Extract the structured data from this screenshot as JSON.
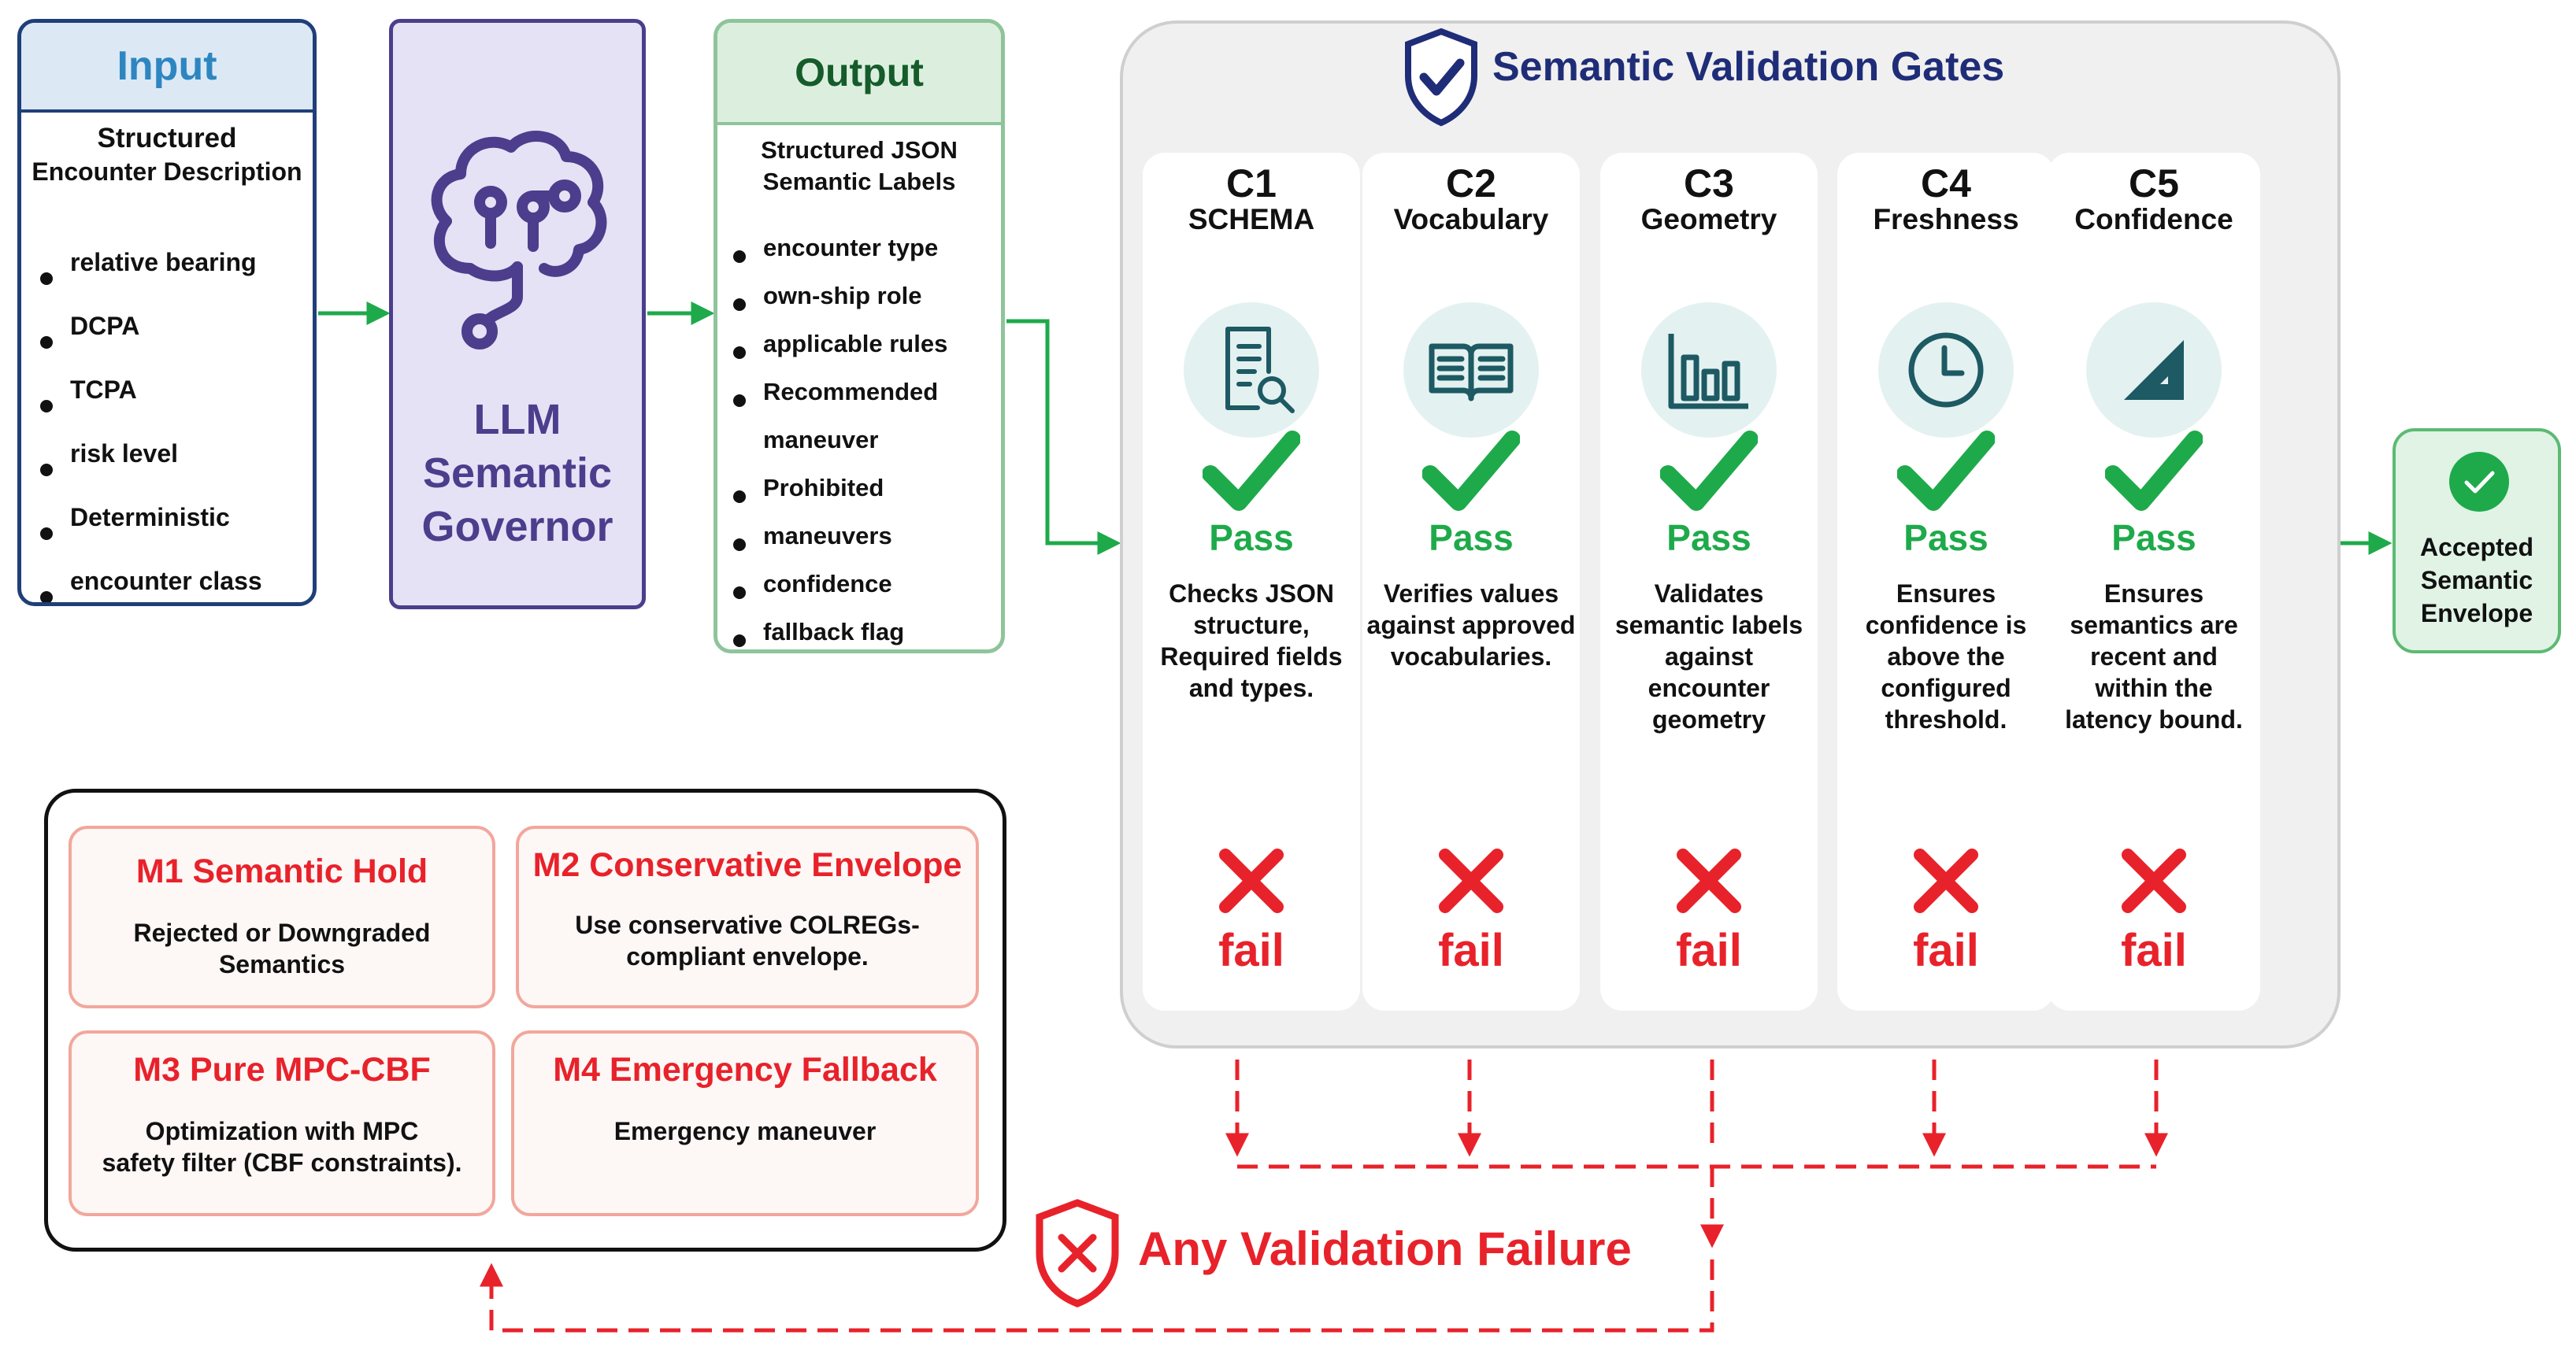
{
  "input": {
    "title": "Input",
    "subtitle_line1": "Structured",
    "subtitle_line2": "Encounter Description",
    "items": [
      "relative bearing",
      "DCPA",
      "TCPA",
      "risk level",
      "Deterministic",
      "encounter class"
    ]
  },
  "governor": {
    "line1": "LLM",
    "line2": "Semantic",
    "line3": "Governor",
    "icon": "brain-circuit-icon"
  },
  "output": {
    "title": "Output",
    "subtitle_line1": "Structured JSON",
    "subtitle_line2": "Semantic Labels",
    "items": [
      {
        "text": "encounter type",
        "bullet": true
      },
      {
        "text": "own-ship role",
        "bullet": true
      },
      {
        "text": "applicable rules",
        "bullet": true
      },
      {
        "text": "Recommended",
        "bullet": true
      },
      {
        "text": "maneuver",
        "bullet": false
      },
      {
        "text": "Prohibited",
        "bullet": true
      },
      {
        "text": "maneuvers",
        "bullet": true
      },
      {
        "text": "confidence",
        "bullet": true
      },
      {
        "text": "fallback flag",
        "bullet": true
      }
    ]
  },
  "gates": {
    "title": "Semantic Validation Gates",
    "pass_label": "Pass",
    "fail_label": "fail",
    "items": [
      {
        "id": "C1",
        "name": "SCHEMA",
        "icon": "document-search-icon",
        "desc": [
          "Checks JSON",
          "structure,",
          "Required fields",
          "and types."
        ]
      },
      {
        "id": "C2",
        "name": "Vocabulary",
        "icon": "open-book-icon",
        "desc": [
          "Verifies values",
          "against approved",
          "vocabularies."
        ]
      },
      {
        "id": "C3",
        "name": "Geometry",
        "icon": "bar-chart-icon",
        "desc": [
          "Validates",
          "semantic labels",
          "against encounter",
          "geometry"
        ]
      },
      {
        "id": "C4",
        "name": "Freshness",
        "icon": "clock-icon",
        "desc": [
          "Ensures",
          "confidence is",
          "above the",
          "configured",
          "threshold."
        ]
      },
      {
        "id": "C5",
        "name": "Confidence",
        "icon": "set-square-icon",
        "desc": [
          "Ensures",
          "semantics are",
          "recent and",
          "within the",
          "latency bound."
        ]
      }
    ]
  },
  "accepted": {
    "line1": "Accepted",
    "line2": "Semantic",
    "line3": "Envelope"
  },
  "modes": {
    "m1": {
      "title": "M1 Semantic Hold",
      "line1": "Rejected or Downgraded",
      "line2": "Semantics"
    },
    "m2": {
      "title": "M2 Conservative Envelope",
      "line1": "Use conservative COLREGs-",
      "line2": "compliant envelope."
    },
    "m3": {
      "title": "M3 Pure MPC-CBF",
      "line1": "Optimization with MPC",
      "line2": "safety filter (CBF constraints)."
    },
    "m4": {
      "title": "M4 Emergency Fallback",
      "line1": "Emergency maneuver"
    }
  },
  "failure_label": "Any Validation Failure",
  "colors": {
    "pass": "#1eaa4a",
    "fail": "#e8222a",
    "input_border": "#1f3f78",
    "governor": "#4c3e8c",
    "gate_title": "#1f2d78"
  }
}
